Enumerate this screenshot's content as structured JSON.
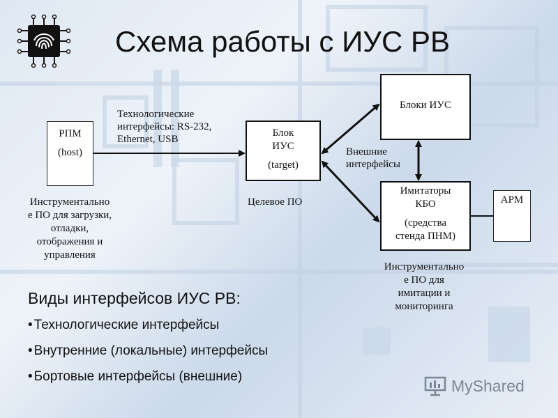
{
  "title": "Схема работы с ИУС РВ",
  "nodes": {
    "rpm": {
      "line1": "РПМ",
      "line2": "(host)"
    },
    "blok_ius": {
      "line1": "Блок",
      "line2": "ИУС",
      "line3": "(target)"
    },
    "bloki_ius": {
      "label": "Блоки ИУС"
    },
    "imitatory": {
      "line1": "Имитаторы",
      "line2": "КБО",
      "line3": "(средства",
      "line4": "стенда ПНМ)"
    },
    "arm": {
      "label": "АРМ"
    }
  },
  "labels": {
    "tech_interfaces": [
      "Технологические",
      "интерфейсы: RS-232,",
      "Ethernet, USB"
    ],
    "external_interfaces": [
      "Внешние",
      "интерфейсы"
    ],
    "target_sw": "Целевое ПО",
    "host_tools": [
      "Инструментально",
      "е ПО для загрузки,",
      "отладки,",
      "отображения и",
      "управления"
    ],
    "sim_tools": [
      "Инструментально",
      "е ПО для",
      "имитации и",
      "мониторинга"
    ]
  },
  "interface_types": {
    "heading": "Виды интерфейсов ИУС РВ:",
    "items": [
      "Технологические интерфейсы",
      "Внутренние (локальные) интерфейсы",
      "Бортовые интерфейсы (внешние)"
    ]
  },
  "watermark": "MyShared",
  "icons": {
    "logo": "chip-fingerprint-icon",
    "watermark": "presentation-board-icon"
  }
}
